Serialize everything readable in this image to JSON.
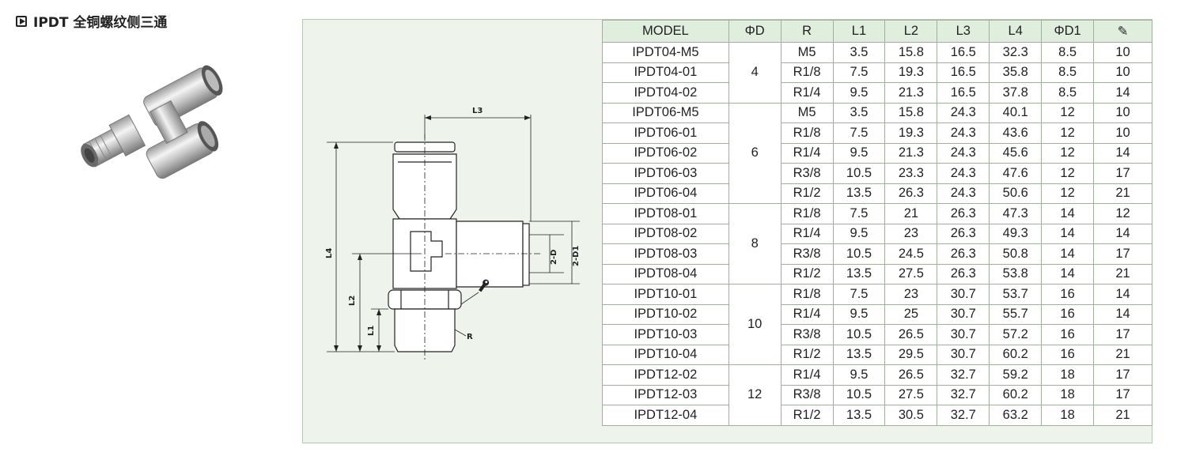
{
  "title": "IPDT 全铜螺纹侧三通",
  "drawing_labels": {
    "l1": "L1",
    "l2": "L2",
    "l3": "L3",
    "l4": "L4",
    "d": "2-D",
    "d1": "2-D1",
    "r": "R"
  },
  "colors": {
    "panel_bg": "#eef4ec",
    "header_bg": "#dfeedd",
    "border": "#9fb19a"
  },
  "icons": {
    "wrench": "wrench-icon",
    "play": "play-icon"
  },
  "table": {
    "headers": [
      "MODEL",
      "ΦD",
      "R",
      "L1",
      "L2",
      "L3",
      "L4",
      "ΦD1",
      "✎"
    ],
    "groups": [
      {
        "d": "4",
        "rows": [
          [
            "IPDT04-M5",
            "M5",
            "3.5",
            "15.8",
            "16.5",
            "32.3",
            "8.5",
            "10"
          ],
          [
            "IPDT04-01",
            "R1/8",
            "7.5",
            "19.3",
            "16.5",
            "35.8",
            "8.5",
            "10"
          ],
          [
            "IPDT04-02",
            "R1/4",
            "9.5",
            "21.3",
            "16.5",
            "37.8",
            "8.5",
            "14"
          ]
        ]
      },
      {
        "d": "6",
        "rows": [
          [
            "IPDT06-M5",
            "M5",
            "3.5",
            "15.8",
            "24.3",
            "40.1",
            "12",
            "10"
          ],
          [
            "IPDT06-01",
            "R1/8",
            "7.5",
            "19.3",
            "24.3",
            "43.6",
            "12",
            "10"
          ],
          [
            "IPDT06-02",
            "R1/4",
            "9.5",
            "21.3",
            "24.3",
            "45.6",
            "12",
            "14"
          ],
          [
            "IPDT06-03",
            "R3/8",
            "10.5",
            "23.3",
            "24.3",
            "47.6",
            "12",
            "17"
          ],
          [
            "IPDT06-04",
            "R1/2",
            "13.5",
            "26.3",
            "24.3",
            "50.6",
            "12",
            "21"
          ]
        ]
      },
      {
        "d": "8",
        "rows": [
          [
            "IPDT08-01",
            "R1/8",
            "7.5",
            "21",
            "26.3",
            "47.3",
            "14",
            "12"
          ],
          [
            "IPDT08-02",
            "R1/4",
            "9.5",
            "23",
            "26.3",
            "49.3",
            "14",
            "14"
          ],
          [
            "IPDT08-03",
            "R3/8",
            "10.5",
            "24.5",
            "26.3",
            "50.8",
            "14",
            "17"
          ],
          [
            "IPDT08-04",
            "R1/2",
            "13.5",
            "27.5",
            "26.3",
            "53.8",
            "14",
            "21"
          ]
        ]
      },
      {
        "d": "10",
        "rows": [
          [
            "IPDT10-01",
            "R1/8",
            "7.5",
            "23",
            "30.7",
            "53.7",
            "16",
            "14"
          ],
          [
            "IPDT10-02",
            "R1/4",
            "9.5",
            "25",
            "30.7",
            "55.7",
            "16",
            "14"
          ],
          [
            "IPDT10-03",
            "R3/8",
            "10.5",
            "26.5",
            "30.7",
            "57.2",
            "16",
            "17"
          ],
          [
            "IPDT10-04",
            "R1/2",
            "13.5",
            "29.5",
            "30.7",
            "60.2",
            "16",
            "21"
          ]
        ]
      },
      {
        "d": "12",
        "rows": [
          [
            "IPDT12-02",
            "R1/4",
            "9.5",
            "26.5",
            "32.7",
            "59.2",
            "18",
            "17"
          ],
          [
            "IPDT12-03",
            "R3/8",
            "10.5",
            "27.5",
            "32.7",
            "60.2",
            "18",
            "17"
          ],
          [
            "IPDT12-04",
            "R1/2",
            "13.5",
            "30.5",
            "32.7",
            "63.2",
            "18",
            "21"
          ]
        ]
      }
    ]
  }
}
